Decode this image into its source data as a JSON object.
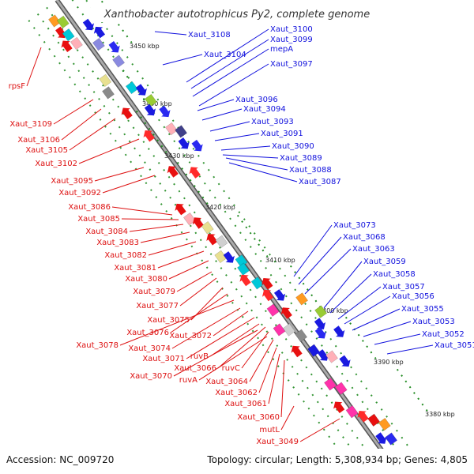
{
  "title": "Xanthobacter autotrophicus Py2, complete genome",
  "accession": "Accession: NC_009720",
  "topology": "Topology: circular; Length: 5,308,934 bp; Genes: 4,805",
  "colors": {
    "forward": "#1010dd",
    "reverse": "#dd1010",
    "tick": "#1f8a1f",
    "backbone": "#888888"
  },
  "kbp_ticks": [
    "3450 kbp",
    "3440 kbp",
    "3430 kbp",
    "3420 kbp",
    "3410 kbp",
    "3400 kbp",
    "3390 kbp",
    "3380 kbp"
  ],
  "forward_labels": [
    "Xaut_3108",
    "Xaut_3104",
    "Xaut_3100",
    "Xaut_3099",
    "mepA",
    "Xaut_3097",
    "Xaut_3096",
    "Xaut_3094",
    "Xaut_3093",
    "Xaut_3091",
    "Xaut_3090",
    "Xaut_3089",
    "Xaut_3088",
    "Xaut_3087",
    "Xaut_3073",
    "Xaut_3068",
    "Xaut_3063",
    "Xaut_3059",
    "Xaut_3058",
    "Xaut_3057",
    "Xaut_3056",
    "Xaut_3055",
    "Xaut_3053",
    "Xaut_3052",
    "Xaut_3051"
  ],
  "reverse_labels": [
    "rpsF",
    "Xaut_3109",
    "Xaut_3106",
    "Xaut_3105",
    "Xaut_3102",
    "Xaut_3095",
    "Xaut_3092",
    "Xaut_3086",
    "Xaut_3085",
    "Xaut_3084",
    "Xaut_3083",
    "Xaut_3082",
    "Xaut_3081",
    "Xaut_3080",
    "Xaut_3079",
    "Xaut_3077",
    "Xaut_3075",
    "Xaut_3076",
    "Xaut_3078",
    "Xaut_3074",
    "Xaut_3072",
    "Xaut_3071",
    "ruvB",
    "Xaut_3066",
    "ruvC",
    "Xaut_3070",
    "ruvA",
    "Xaut_3064",
    "Xaut_3062",
    "Xaut_3061",
    "Xaut_3060",
    "mutL",
    "Xaut_3049"
  ]
}
